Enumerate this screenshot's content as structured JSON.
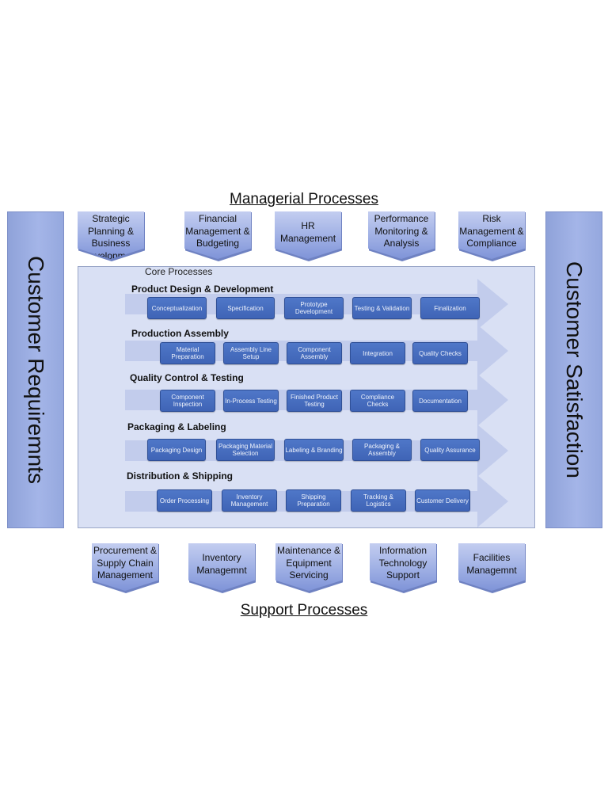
{
  "managerial": {
    "title": "Managerial Processes",
    "items": [
      "Strategic Planning & Business Development",
      "Financial Management & Budgeting",
      "HR Management",
      "Performance Monitoring & Analysis",
      "Risk Management & Compliance"
    ]
  },
  "left_label": "Customer Requiremnts",
  "right_label": "Customer Satisfaction",
  "core": {
    "label": "Core Processes",
    "rows": [
      {
        "title": "Product Design & Development",
        "steps": [
          "Conceptualization",
          "Specification",
          "Prototype Development",
          "Testing & Validation",
          "Finalization"
        ]
      },
      {
        "title": "Production Assembly",
        "steps": [
          "Material Preparation",
          "Assembly Line Setup",
          "Component Assembly",
          "Integration",
          "Quality Checks"
        ]
      },
      {
        "title": "Quality Control & Testing",
        "steps": [
          "Component Inspection",
          "In-Process Testing",
          "Finished Product Testing",
          "Compliance Checks",
          "Documentation"
        ]
      },
      {
        "title": "Packaging & Labeling",
        "steps": [
          "Packaging Design",
          "Packaging Material Selection",
          "Labeling & Branding",
          "Packaging & Assembly",
          "Quality Assurance"
        ]
      },
      {
        "title": "Distribution & Shipping",
        "steps": [
          "Order Processing",
          "Inventory Management",
          "Shipping Preparation",
          "Tracking & Logistics",
          "Customer Delivery"
        ]
      }
    ]
  },
  "support": {
    "title": "Support Processes",
    "items": [
      "Procurement & Supply Chain Management",
      "Inventory Managemnt",
      "Maintenance & Equipment Servicing",
      "Information Technology Support",
      "Facilities Managemnt"
    ]
  },
  "colors": {
    "step_fill": "#4a70c2",
    "chevron_fill": "#9eafe4",
    "side_bar": "#9aaee4",
    "core_background": "#d9e0f4",
    "row_arrow": "#c2ccec"
  }
}
